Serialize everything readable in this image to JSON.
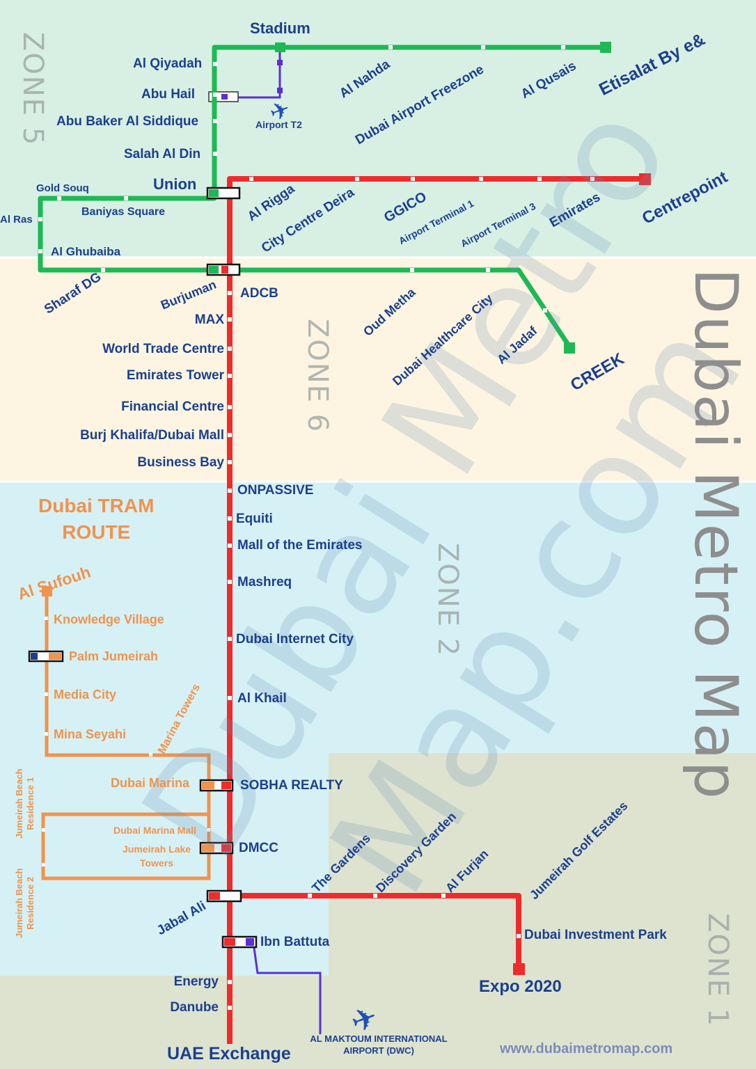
{
  "map_title": "Dubai Metro Map",
  "website": "www.dubaimetromap.com",
  "watermark": [
    "Dubai Metro",
    "Map.com"
  ],
  "zones": {
    "zone5": "ZONE 5",
    "zone6": "ZONE 6",
    "zone2": "ZONE 2",
    "zone1": "ZONE 1"
  },
  "colors": {
    "green_line": "#1db954",
    "red_line": "#ef2b2b",
    "tram": "#f0934d",
    "airport_link": "#5b2fd6",
    "zone5_bg": "#d8f0e4",
    "zone6_bg": "#fdf5e1",
    "zone2_bg": "#d6f1f5",
    "zone1_bg": "#dde3cf"
  },
  "green_line": {
    "stations": {
      "stadium": "Stadium",
      "al_qiyadah": "Al Qiyadah",
      "abu_hail": "Abu Hail",
      "abu_baker": "Abu Baker Al Siddique",
      "salah_al_din": "Salah Al Din",
      "union": "Union",
      "gold_souq": "Gold Souq",
      "baniyas_square": "Baniyas Square",
      "al_ras": "Al Ras",
      "al_ghubaiba": "Al Ghubaiba",
      "sharaf_dg": "Sharaf DG",
      "burjuman": "Burjuman",
      "oud_metha": "Oud Metha",
      "dubai_healthcare_city": "Dubai Healthcare City",
      "al_jadaf": "Al Jadaf",
      "creek": "CREEK",
      "al_nahda": "Al Nahda",
      "dubai_airport_freezone": "Dubai Airport Freezone",
      "al_qusais": "Al Qusais",
      "etisalat": "Etisalat By e&"
    }
  },
  "red_line": {
    "stations": {
      "al_rigga": "Al Rigga",
      "city_centre_deira": "City Centre Deira",
      "ggico": "GGICO",
      "airport_terminal_1": "Airport Terminal 1",
      "airport_terminal_3": "Airport Terminal 3",
      "emirates": "Emirates",
      "centrepoint": "Centrepoint",
      "adcb": "ADCB",
      "max": "MAX",
      "world_trade_centre": "World Trade Centre",
      "emirates_tower": "Emirates Tower",
      "financial_centre": "Financial Centre",
      "burj_khalifa": "Burj Khalifa/Dubai Mall",
      "business_bay": "Business Bay",
      "onpassive": "ONPASSIVE",
      "equiti": "Equiti",
      "mall_of_the_emirates": "Mall of the Emirates",
      "mashreq": "Mashreq",
      "dubai_internet_city": "Dubai Internet City",
      "al_khail": "Al Khail",
      "sobha_realty": "SOBHA REALTY",
      "dmcc": "DMCC",
      "jabal_ali": "Jabal Ali",
      "ibn_battuta": "Ibn Battuta",
      "energy": "Energy",
      "danube": "Danube",
      "uae_exchange": "UAE Exchange",
      "the_gardens": "The Gardens",
      "discovery_garden": "Discovery Garden",
      "al_furjan": "Al Furjan",
      "jumeirah_golf_estates": "Jumeirah Golf Estates",
      "dubai_investment_park": "Dubai Investment Park",
      "expo_2020": "Expo 2020"
    }
  },
  "tram": {
    "title_line1": "Dubai TRAM",
    "title_line2": "ROUTE",
    "stations": {
      "al_sufouh": "Al Sufouh",
      "knowledge_village": "Knowledge Village",
      "palm_jumeirah": "Palm Jumeirah",
      "media_city": "Media City",
      "mina_seyahi": "Mina Seyahi",
      "marina_towers": "Marina Towers",
      "dubai_marina": "Dubai Marina",
      "dubai_marina_mall": "Dubai Marina Mall",
      "jlt_line1": "Jumeirah Lake",
      "jlt_line2": "Towers",
      "jbr1_line1": "Jumeirah Beach",
      "jbr1_line2": "Residence 1",
      "jbr2_line1": "Jumeirah Beach",
      "jbr2_line2": "Residence 2"
    }
  },
  "airports": {
    "terminal_2": "Airport T2",
    "dwc_line1": "AL MAKTOUM INTERNATIONAL",
    "dwc_line2": "AIRPORT (DWC)"
  },
  "icons": [
    "airplane-icon",
    "airplane-icon"
  ]
}
